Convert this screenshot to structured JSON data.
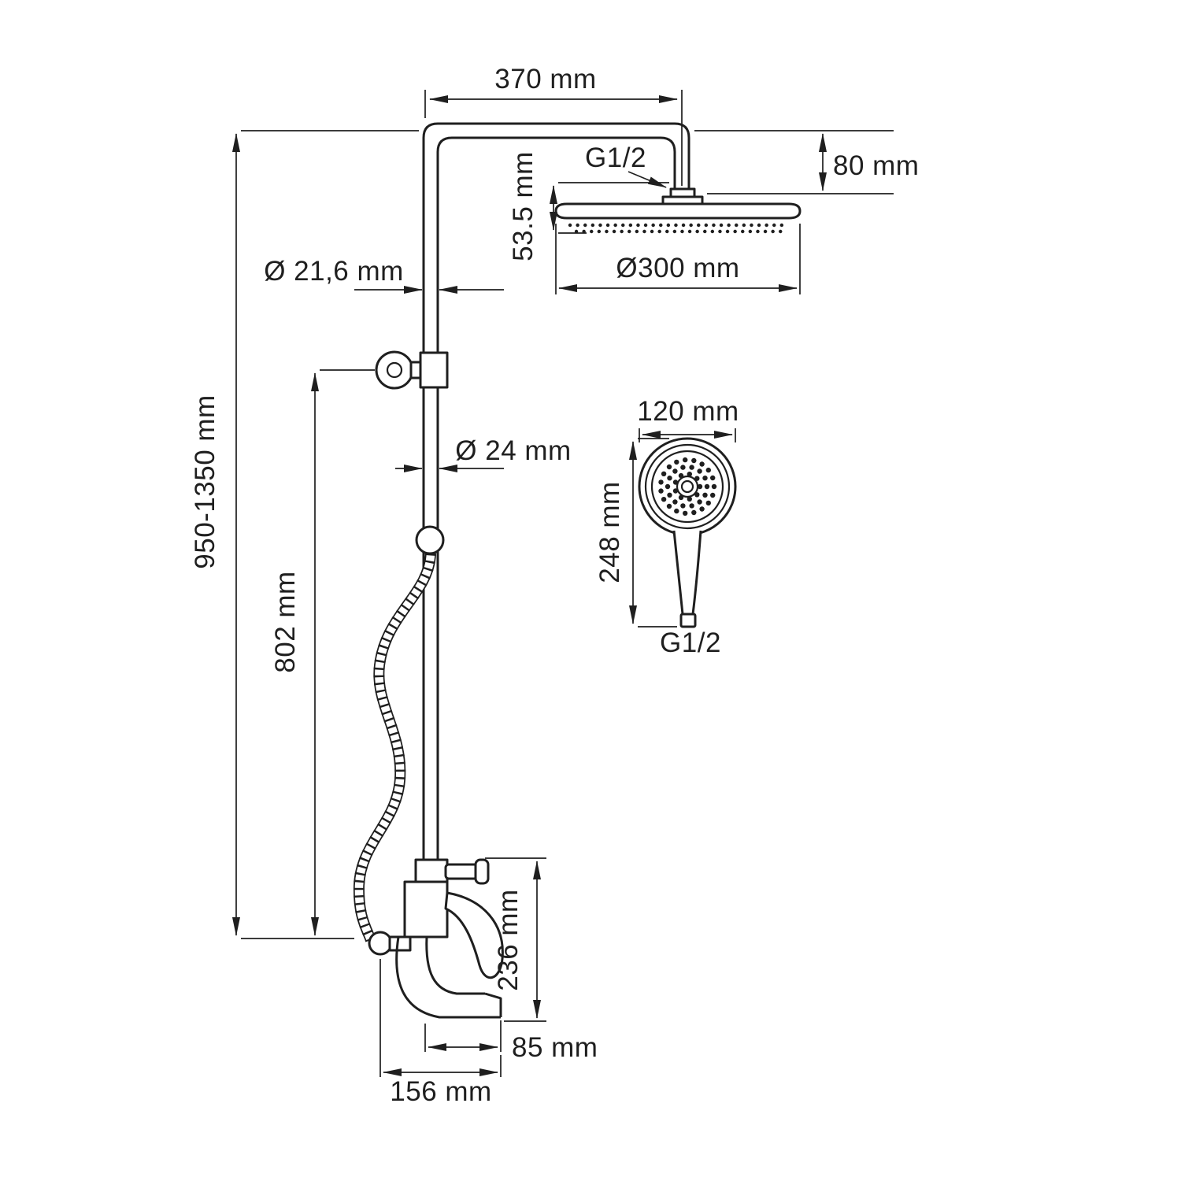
{
  "drawing": {
    "title_semantic": "shower-system-dimension-drawing",
    "line_color": "#1f1f1f",
    "dimensions": {
      "arm_length": "370 mm",
      "head_drop": "80 mm",
      "head_connection_thread": "G1/2",
      "head_profile_height": "53.5 mm",
      "head_diameter": "Ø300 mm",
      "upper_pipe_diameter": "Ø 21,6 mm",
      "lower_pipe_diameter": "Ø 24 mm",
      "column_height_range": "950-1350 mm",
      "bracket_to_base_height": "802 mm",
      "handshower_head_diameter": "120 mm",
      "handshower_length": "248 mm",
      "handshower_connection_thread": "G1/2",
      "mixer_body_height": "236 mm",
      "spout_reach": "85 mm",
      "mixer_depth": "156 mm"
    }
  }
}
